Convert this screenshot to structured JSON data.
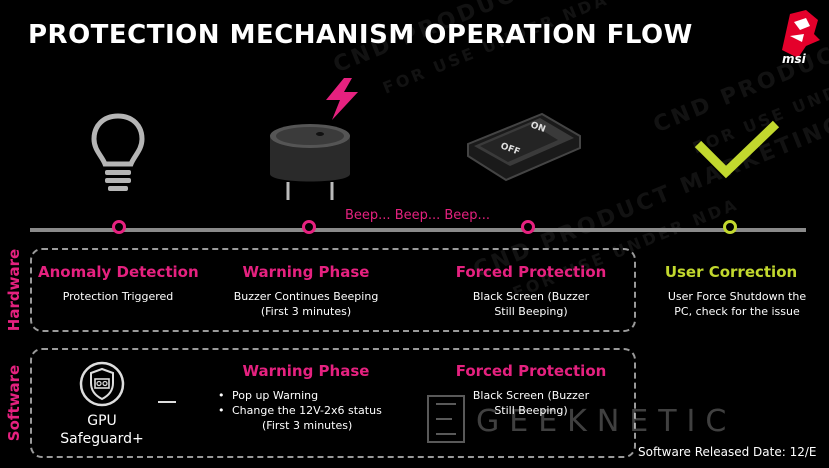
{
  "slide": {
    "title": "PROTECTION MECHANISM OPERATION FLOW",
    "brand": "msi",
    "watermarks": [
      "CND PRODUCT MARKETING",
      "FOR USE UNDER NDA",
      "CND PRODUCT MARKETING",
      "FOR USE UNDER NDA",
      "CND PRODUCT MARKETING",
      "FOR USE UNDER NDA"
    ],
    "beep_text": "Beep... Beep... Beep...",
    "side_labels": {
      "hardware": "Hardware",
      "software": "Software"
    },
    "hardware": [
      {
        "title": "Anomaly Detection",
        "desc": "Protection Triggered"
      },
      {
        "title": "Warning Phase",
        "desc": "Buzzer Continues Beeping (First 3 minutes)"
      },
      {
        "title": "Forced Protection",
        "desc": "Black Screen (Buzzer Still Beeping)"
      }
    ],
    "correction": {
      "title": "User Correction",
      "desc": "User Force Shutdown the PC, check for the issue"
    },
    "software": {
      "gpu_label_1": "GPU",
      "gpu_label_2": "Safeguard+",
      "warning_title": "Warning Phase",
      "bullets": [
        "Pop up Warning",
        "Change the 12V-2x6 status"
      ],
      "bullet_sub": "(First 3 minutes)",
      "forced_title": "Forced Protection",
      "forced_desc": "Black Screen (Buzzer Still Beeping)"
    },
    "switch_labels": {
      "on": "ON",
      "off": "OFF"
    },
    "watermark_brand": "GEEKNETIC",
    "footer": "Software Released Date: 12/E",
    "icons": [
      "lightbulb-icon",
      "buzzer-icon",
      "lightning-icon",
      "rocker-switch-icon",
      "checkmark-icon",
      "gpu-safeguard-icon",
      "msi-dragon-icon"
    ],
    "colors": {
      "accent_pink": "#e5217f",
      "accent_lime": "#c2d82e",
      "background": "#000000"
    }
  }
}
